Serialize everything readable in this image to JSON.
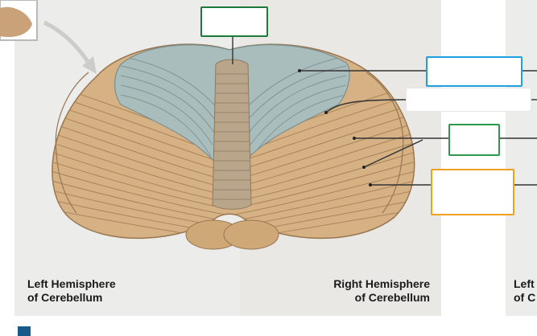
{
  "labels": {
    "left_hemisphere_line1": "Left Hemisphere",
    "left_hemisphere_line2": "of Cerebellum",
    "right_hemisphere_line1": "Right Hemisphere",
    "right_hemisphere_line2": "of Cerebellum",
    "cut_label_line1": "Left",
    "cut_label_line2": "of C"
  },
  "caption": {
    "text": "",
    "square_color": "#1a5a8a"
  },
  "answer_boxes": [
    {
      "name": "vermis-label-box",
      "border_color": "#1e7a3a",
      "text": ""
    },
    {
      "name": "anterior-lobe-label-box",
      "border_color": "#1ea0e0",
      "text": ""
    },
    {
      "name": "primary-fissure-label-box",
      "border_color": "#2a9a4a",
      "text": ""
    },
    {
      "name": "folia-label-box",
      "border_color": "#2a9a4a",
      "text": ""
    },
    {
      "name": "posterior-lobe-label-box",
      "border_color": "#f0a020",
      "text": ""
    }
  ],
  "colors": {
    "anterior_lobe": "#a9bdbd",
    "posterior_lobe": "#d6b184",
    "folia_line": "#8e6a44",
    "leader_line": "#333333"
  }
}
